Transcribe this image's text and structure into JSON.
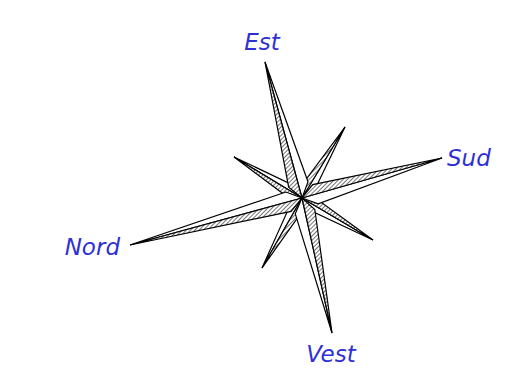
{
  "diagram": {
    "labels": [
      "Est",
      "Sud",
      "Nord",
      "Vest"
    ]
  }
}
